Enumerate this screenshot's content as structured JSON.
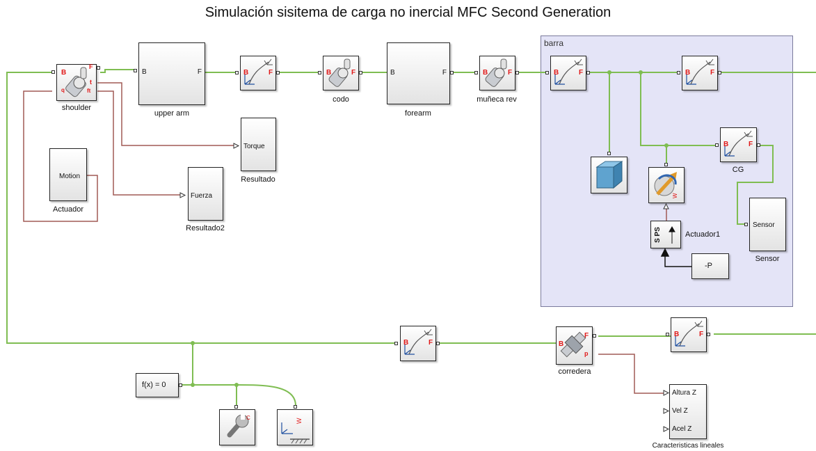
{
  "title": "Simulación sisitema de carga no inercial MFC Second Generation",
  "colors": {
    "mechanical_wire": "#7fbd52",
    "signal_wire": "#a15a55",
    "subsystem_fill": "#e4e4f7",
    "port_letter": "#e01818"
  },
  "subsystem": {
    "label": "barra"
  },
  "blocks": {
    "shoulder": {
      "label": "shoulder",
      "ports": {
        "base": "B",
        "follower": "F",
        "torque": "t",
        "force": "ft",
        "q": "q"
      },
      "icon": "revolute-joint-icon"
    },
    "upper_arm": {
      "label": "upper arm",
      "in": "B",
      "out": "F"
    },
    "codo": {
      "label": "codo",
      "icon": "revolute-joint-icon"
    },
    "forearm": {
      "label": "forearm",
      "in": "B",
      "out": "F"
    },
    "muneca": {
      "label": "muñeca rev",
      "icon": "revolute-joint-icon"
    },
    "resultado": {
      "label": "Resultado",
      "port": "Torque"
    },
    "resultado2": {
      "label": "Resultado2",
      "port": "Fuerza"
    },
    "actuador": {
      "label": "Actuador",
      "port": "Motion"
    },
    "cg": {
      "label": "CG",
      "icon": "rigid-transform-icon"
    },
    "sensor": {
      "label": "Sensor",
      "port": "Sensor"
    },
    "actuador1": {
      "label": "Actuador1",
      "text": "S PS"
    },
    "constant": {
      "text": "-P"
    },
    "solver": {
      "text": "f(x) = 0"
    },
    "corredera": {
      "label": "corredera",
      "icon": "prismatic-joint-icon"
    },
    "caracteristicas": {
      "label": "Caracteristicas lineales",
      "ports": [
        "Altura Z",
        "Vel Z",
        "Acel Z"
      ]
    },
    "mech_config": {
      "icon": "wrench-icon"
    },
    "world_frame": {
      "icon": "world-frame-icon",
      "letter": "W"
    },
    "force_block": {
      "icon": "external-force-icon",
      "letter": "W"
    }
  },
  "transform_letters": {
    "base": "B",
    "follower": "F"
  }
}
